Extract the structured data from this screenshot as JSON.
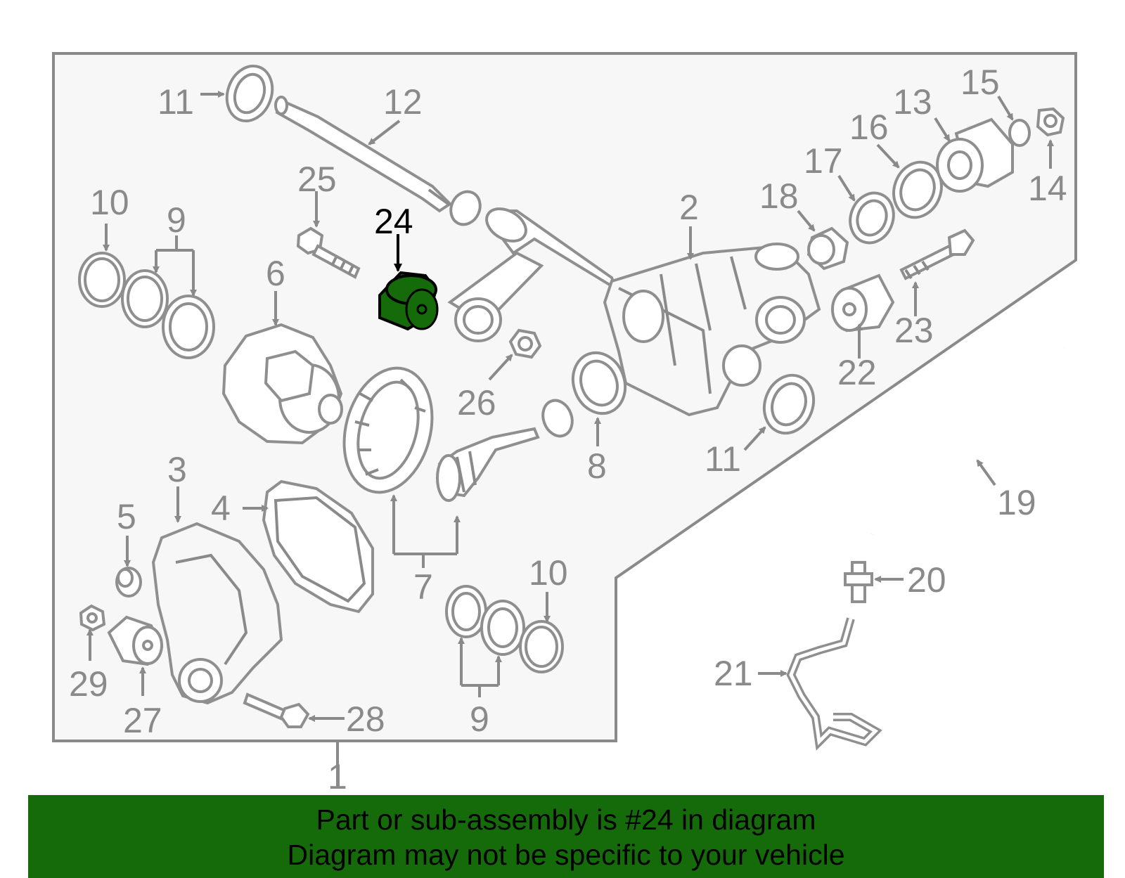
{
  "highlight_color": "#156b0a",
  "highlighted_part": "24",
  "callouts": [
    "1",
    "2",
    "3",
    "4",
    "5",
    "6",
    "7",
    "8",
    "9",
    "9",
    "10",
    "10",
    "11",
    "11",
    "12",
    "13",
    "14",
    "15",
    "16",
    "17",
    "18",
    "19",
    "20",
    "21",
    "22",
    "23",
    "24",
    "25",
    "26",
    "27",
    "28",
    "29"
  ],
  "banner": {
    "line1": "Part or sub-assembly is #24 in diagram",
    "line2": "Diagram may not be specific to your vehicle"
  }
}
